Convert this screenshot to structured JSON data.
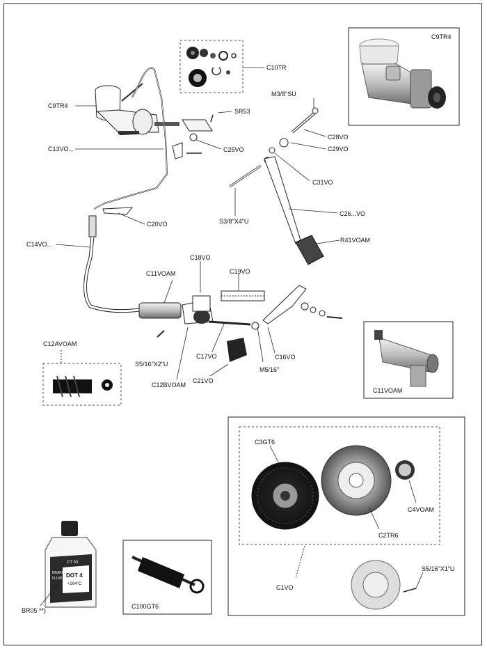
{
  "labels": {
    "c10tr": "C10TR",
    "c9tr4_photo": "C9TR4",
    "c9tr4": "C9TR4",
    "m38su": "M3/8\"SU",
    "sr53": "SR53",
    "c28vo": "C28VO",
    "c13vo": "C13VO...",
    "c25vo": "C25VO",
    "c29vo": "C29VO",
    "c31vo": "C31VO",
    "s38x4u": "S3/8\"X4\"U",
    "c26vo": "C26...VO",
    "r41voam": "R41VOAM",
    "c20vo": "C20VO",
    "c14vo": "C14VO...",
    "c18vo": "C18VO",
    "c11voam": "C11VOAM",
    "c19vo": "C19VO",
    "c12avoam": "C12AVOAM",
    "s516x2u": "S5/16\"X2\"U",
    "c17vo": "C17VO",
    "c16vo": "C16VO",
    "m516": "M5/16\"",
    "c12bvoam": "C12BVOAM",
    "c21vo": "C21VO",
    "c11voam_photo": "C11VOAM",
    "c3gt6": "C3GT6",
    "c4voam": "C4VOAM",
    "c2tr6": "C2TR6",
    "c1vo": "C1VO",
    "s516x1u": "S5/16\"X1\"U",
    "c100gt6": "C100GT6",
    "br05": "BR05 **)"
  },
  "bottle": {
    "brand": "CT 03",
    "line1": "BRAKE",
    "line2": "FLUID",
    "spec": "DOT 4",
    "temp": "+264°C"
  }
}
